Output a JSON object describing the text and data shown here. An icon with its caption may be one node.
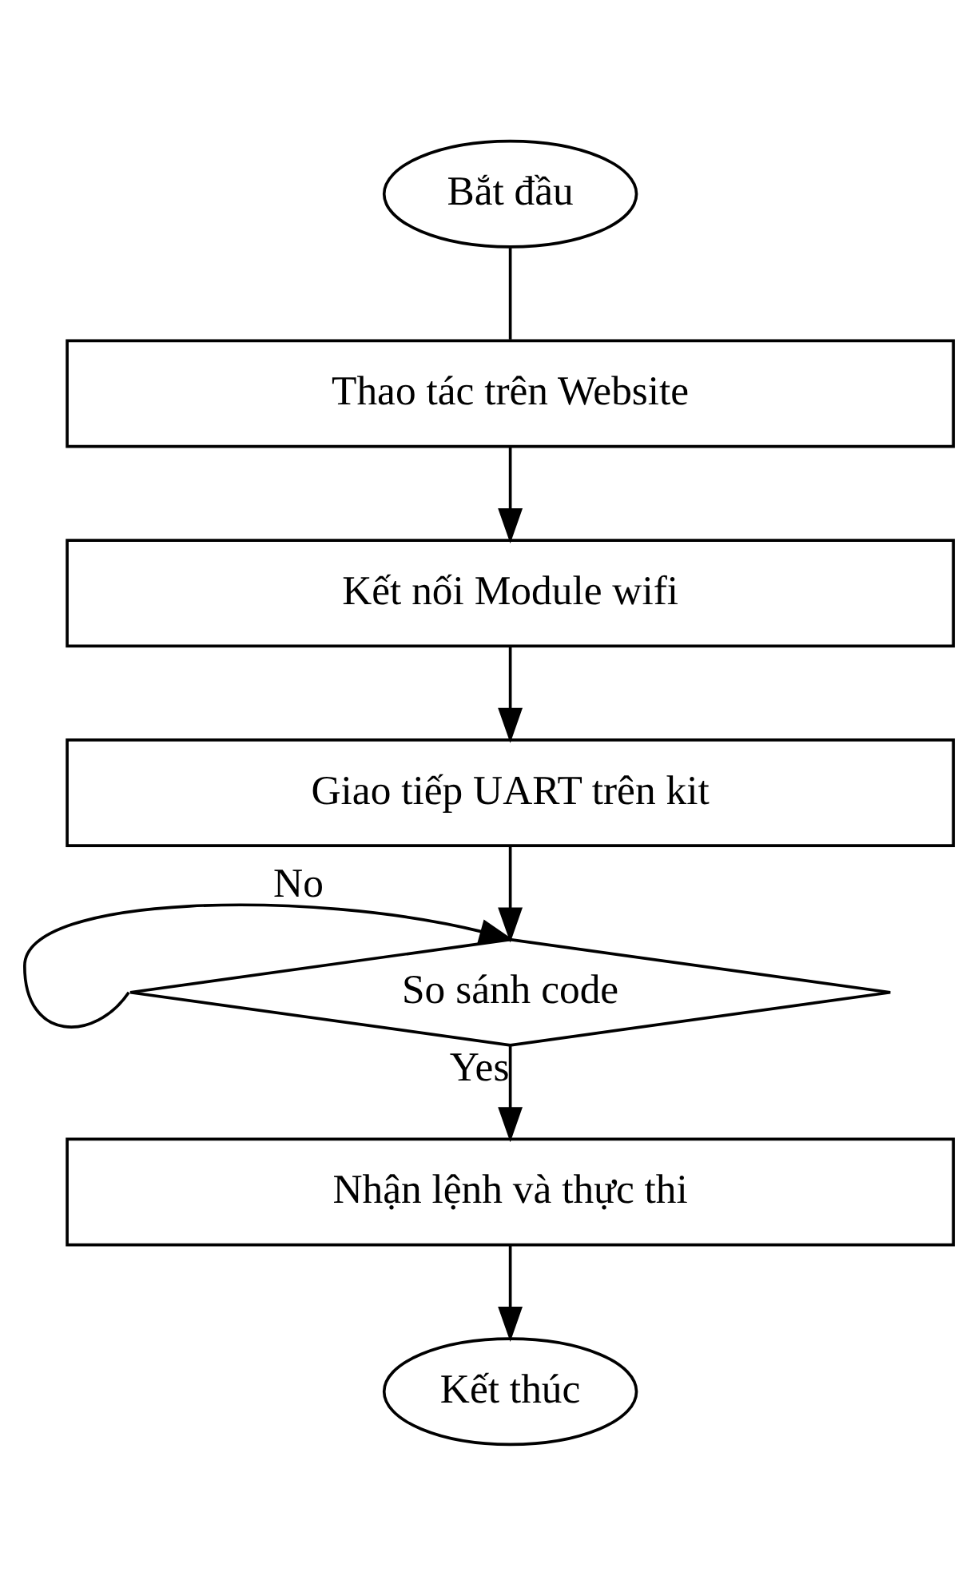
{
  "diagram": {
    "nodes": [
      {
        "text": [
          "Bắt đầu"
        ]
      },
      {
        "text": [
          "Thao tác trên Website"
        ]
      },
      {
        "text": [
          "Kết nối Module wifi"
        ]
      },
      {
        "text": [
          "Giao tiếp UART trên kit"
        ]
      },
      {
        "text": [
          "So sánh code"
        ]
      },
      {
        "text": [
          "Nhận lệnh và thực thi"
        ]
      },
      {
        "text": [
          "Kết thúc"
        ]
      }
    ],
    "edges": [
      {
        "from": 0,
        "to": 1,
        "arrow": "none"
      },
      {
        "from": 1,
        "to": 2,
        "arrow": "to"
      },
      {
        "from": 2,
        "to": 3,
        "arrow": "to"
      },
      {
        "from": 3,
        "to": 4,
        "arrow": "to"
      },
      {
        "from": 4,
        "to": 4,
        "arrow": "to",
        "label": "No"
      },
      {
        "from": 4,
        "to": 5,
        "arrow": "to",
        "label": "Yes"
      },
      {
        "from": 5,
        "to": 6,
        "arrow": "to"
      }
    ]
  }
}
